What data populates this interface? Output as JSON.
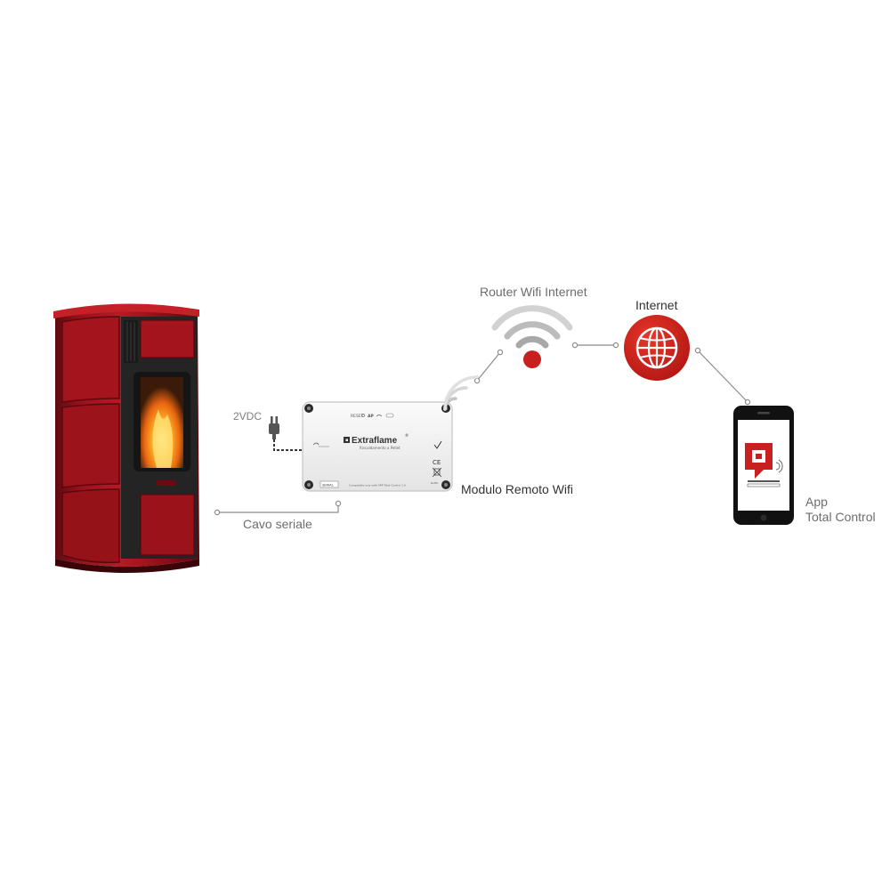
{
  "labels": {
    "router": "Router Wifi Internet",
    "internet": "Internet",
    "module": "Modulo Remoto Wifi",
    "app_line1": "App",
    "app_line2": "Total Control",
    "cable": "Cavo seriale",
    "power": "2VDC"
  },
  "module_device": {
    "brand": "Extraflame",
    "brand_sup": "®",
    "tagline": "Riscaldamento a Pellet",
    "reset": "RESET",
    "ap": "AP",
    "serial_port": "SERIAL",
    "compat": "Compatible only with APP Total Control 1.0",
    "ce": "CE",
    "rohs": "RoHS"
  },
  "colors": {
    "accent_red": "#c8201e",
    "stove_red": "#8a1018",
    "connector_grey": "#8c8c8c"
  },
  "icons": {
    "router": "wifi-router-icon",
    "internet": "globe-icon",
    "phone": "smartphone-icon",
    "plug": "power-plug-icon",
    "wifi": "wifi-signal-icon"
  }
}
